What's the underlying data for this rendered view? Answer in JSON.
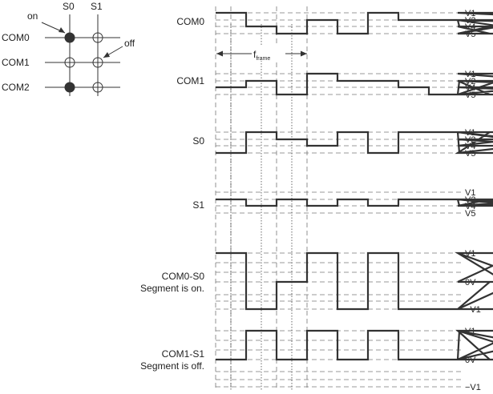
{
  "matrix": {
    "columns": [
      "S0",
      "S1"
    ],
    "rows": [
      "COM0",
      "COM1",
      "COM2"
    ],
    "on_label": "on",
    "off_label": "off",
    "cells": [
      [
        "on",
        "off"
      ],
      [
        "off",
        "off"
      ],
      [
        "on",
        "off"
      ]
    ]
  },
  "frame_label": "f",
  "frame_subscript": "frame",
  "waveforms": [
    {
      "label": [
        "COM0"
      ],
      "levels": [
        "V1",
        "V2",
        "V4",
        "V5"
      ],
      "kind": "four"
    },
    {
      "label": [
        "COM1"
      ],
      "levels": [
        "V1",
        "V2",
        "V4",
        "V5"
      ],
      "kind": "four"
    },
    {
      "label": [
        "S0"
      ],
      "levels": [
        "V1",
        "V2",
        "V4",
        "V5"
      ],
      "kind": "four"
    },
    {
      "label": [
        "S1"
      ],
      "levels": [
        "V1",
        "V2",
        "V4",
        "V5"
      ],
      "kind": "four"
    },
    {
      "label": [
        "COM0-S0",
        "Segment is on."
      ],
      "levels": [
        "V1",
        "0V",
        "−V1"
      ],
      "kind": "diff"
    },
    {
      "label": [
        "COM1-S1",
        "Segment is off."
      ],
      "levels": [
        "V1",
        "0V",
        "−V1"
      ],
      "kind": "diff"
    }
  ],
  "signals": [
    [
      0,
      0,
      2,
      2,
      3,
      3,
      1,
      1,
      3,
      3,
      0,
      0,
      1,
      1,
      1,
      1,
      2,
      2,
      3,
      3,
      1,
      1,
      3,
      3,
      0,
      0,
      1,
      1,
      1,
      1,
      2
    ],
    [
      2,
      2,
      1,
      1,
      3,
      3,
      0,
      0,
      1,
      1,
      1,
      1,
      2,
      2,
      3,
      3,
      1,
      1,
      3,
      3,
      0,
      0,
      1,
      1,
      1,
      1,
      2,
      2,
      3,
      3,
      0
    ],
    [
      3,
      3,
      0,
      0,
      1,
      1,
      2,
      2,
      0,
      0,
      3,
      3,
      0,
      0,
      0,
      0,
      3,
      3,
      0,
      0,
      1,
      1,
      2,
      2,
      0,
      0,
      3,
      3,
      0,
      0,
      0
    ],
    [
      1,
      1,
      2,
      2,
      1,
      1,
      2,
      2,
      1,
      1,
      2,
      2,
      1,
      1,
      1,
      1,
      2,
      2,
      1,
      1,
      2,
      2,
      1,
      1,
      2,
      2,
      1,
      1,
      1,
      1,
      1
    ],
    [
      0,
      0,
      2,
      2,
      1,
      1,
      0,
      0,
      2,
      2,
      0,
      0,
      2,
      2,
      2,
      2,
      2,
      2,
      1,
      1,
      0,
      0,
      2,
      2,
      0,
      0,
      2,
      2,
      2,
      2,
      2
    ],
    [
      1,
      1,
      0,
      0,
      1,
      1,
      0,
      0,
      1,
      1,
      0,
      0,
      1,
      1,
      1,
      1,
      0,
      0,
      1,
      1,
      0,
      0,
      1,
      1,
      0,
      0,
      1,
      1,
      1,
      1,
      1
    ]
  ]
}
